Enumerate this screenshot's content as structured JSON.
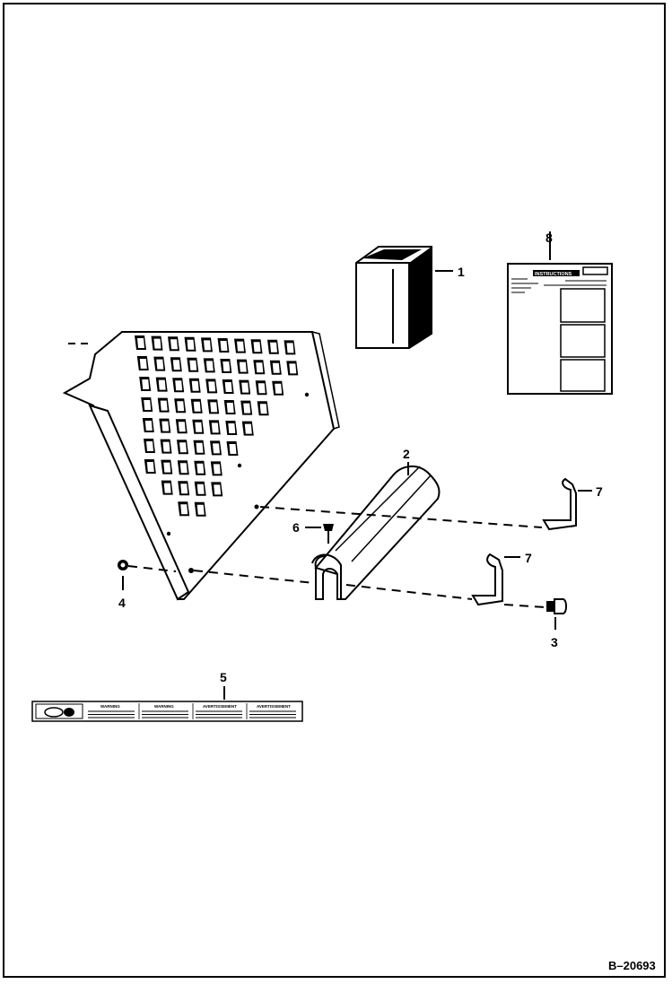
{
  "diagram": {
    "reference_code": "B–20693",
    "callouts": [
      "1",
      "2",
      "3",
      "4",
      "5",
      "6",
      "7",
      "7",
      "8"
    ],
    "instruction_sheet": {
      "heading": "INSTRUCTIONS"
    },
    "warning_decal": {
      "panels": [
        "WARNING",
        "WARNING",
        "AVERTISSEMENT",
        "AVERTISSEMENT"
      ]
    }
  }
}
